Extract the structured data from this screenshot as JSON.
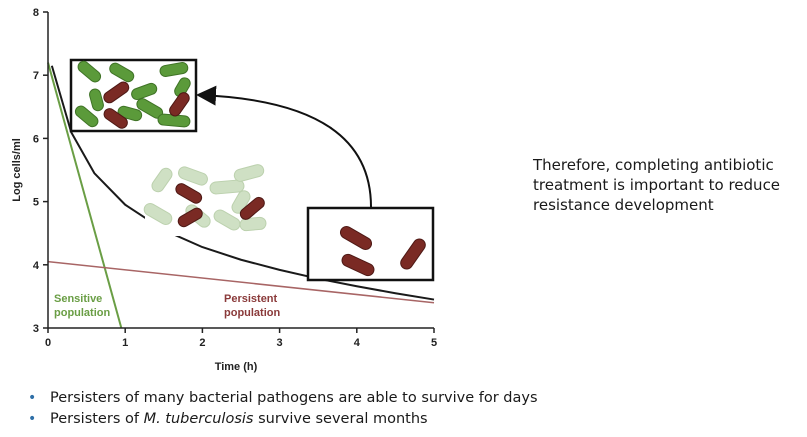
{
  "chart_data": {
    "type": "line",
    "xlabel": "Time (h)",
    "ylabel": "Log cells/ml",
    "xlim": [
      0,
      5
    ],
    "ylim": [
      3,
      8
    ],
    "x_ticks": [
      0,
      1,
      2,
      3,
      4,
      5
    ],
    "y_ticks": [
      3,
      4,
      5,
      6,
      7,
      8
    ],
    "grid": false,
    "series": [
      {
        "name": "Sensitive population",
        "color": "#6a9e45",
        "x": [
          0,
          0.95
        ],
        "y": [
          7.2,
          3.0
        ]
      },
      {
        "name": "Persistent population",
        "color": "#a86565",
        "x": [
          0,
          5
        ],
        "y": [
          4.05,
          3.4
        ]
      },
      {
        "name": "",
        "color": "#1a1a1a",
        "x": [
          0.05,
          0.3,
          0.6,
          1.0,
          1.5,
          2.0,
          2.5,
          3.0,
          3.5,
          4.0,
          4.5,
          5.0
        ],
        "y": [
          7.15,
          6.1,
          5.45,
          4.95,
          4.55,
          4.28,
          4.08,
          3.92,
          3.78,
          3.66,
          3.55,
          3.45
        ]
      }
    ],
    "annotations": {
      "sensitive_label": [
        "Sensitive",
        "population"
      ],
      "persistent_label": [
        "Persistent",
        "population"
      ]
    }
  },
  "illustration": {
    "green_cell_color": "#5b9a3a",
    "faded_cell_color": "#cfe0c4",
    "persister_cell_color": "#7a2a24"
  },
  "side_note": "Therefore, completing antibiotic treatment is important to reduce resistance development",
  "bullets": {
    "first": "Persisters of many bacterial pathogens are able to survive for days",
    "second_before": "Persisters of ",
    "second_italic": "M. tuberculosis",
    "second_after": " survive several months"
  }
}
